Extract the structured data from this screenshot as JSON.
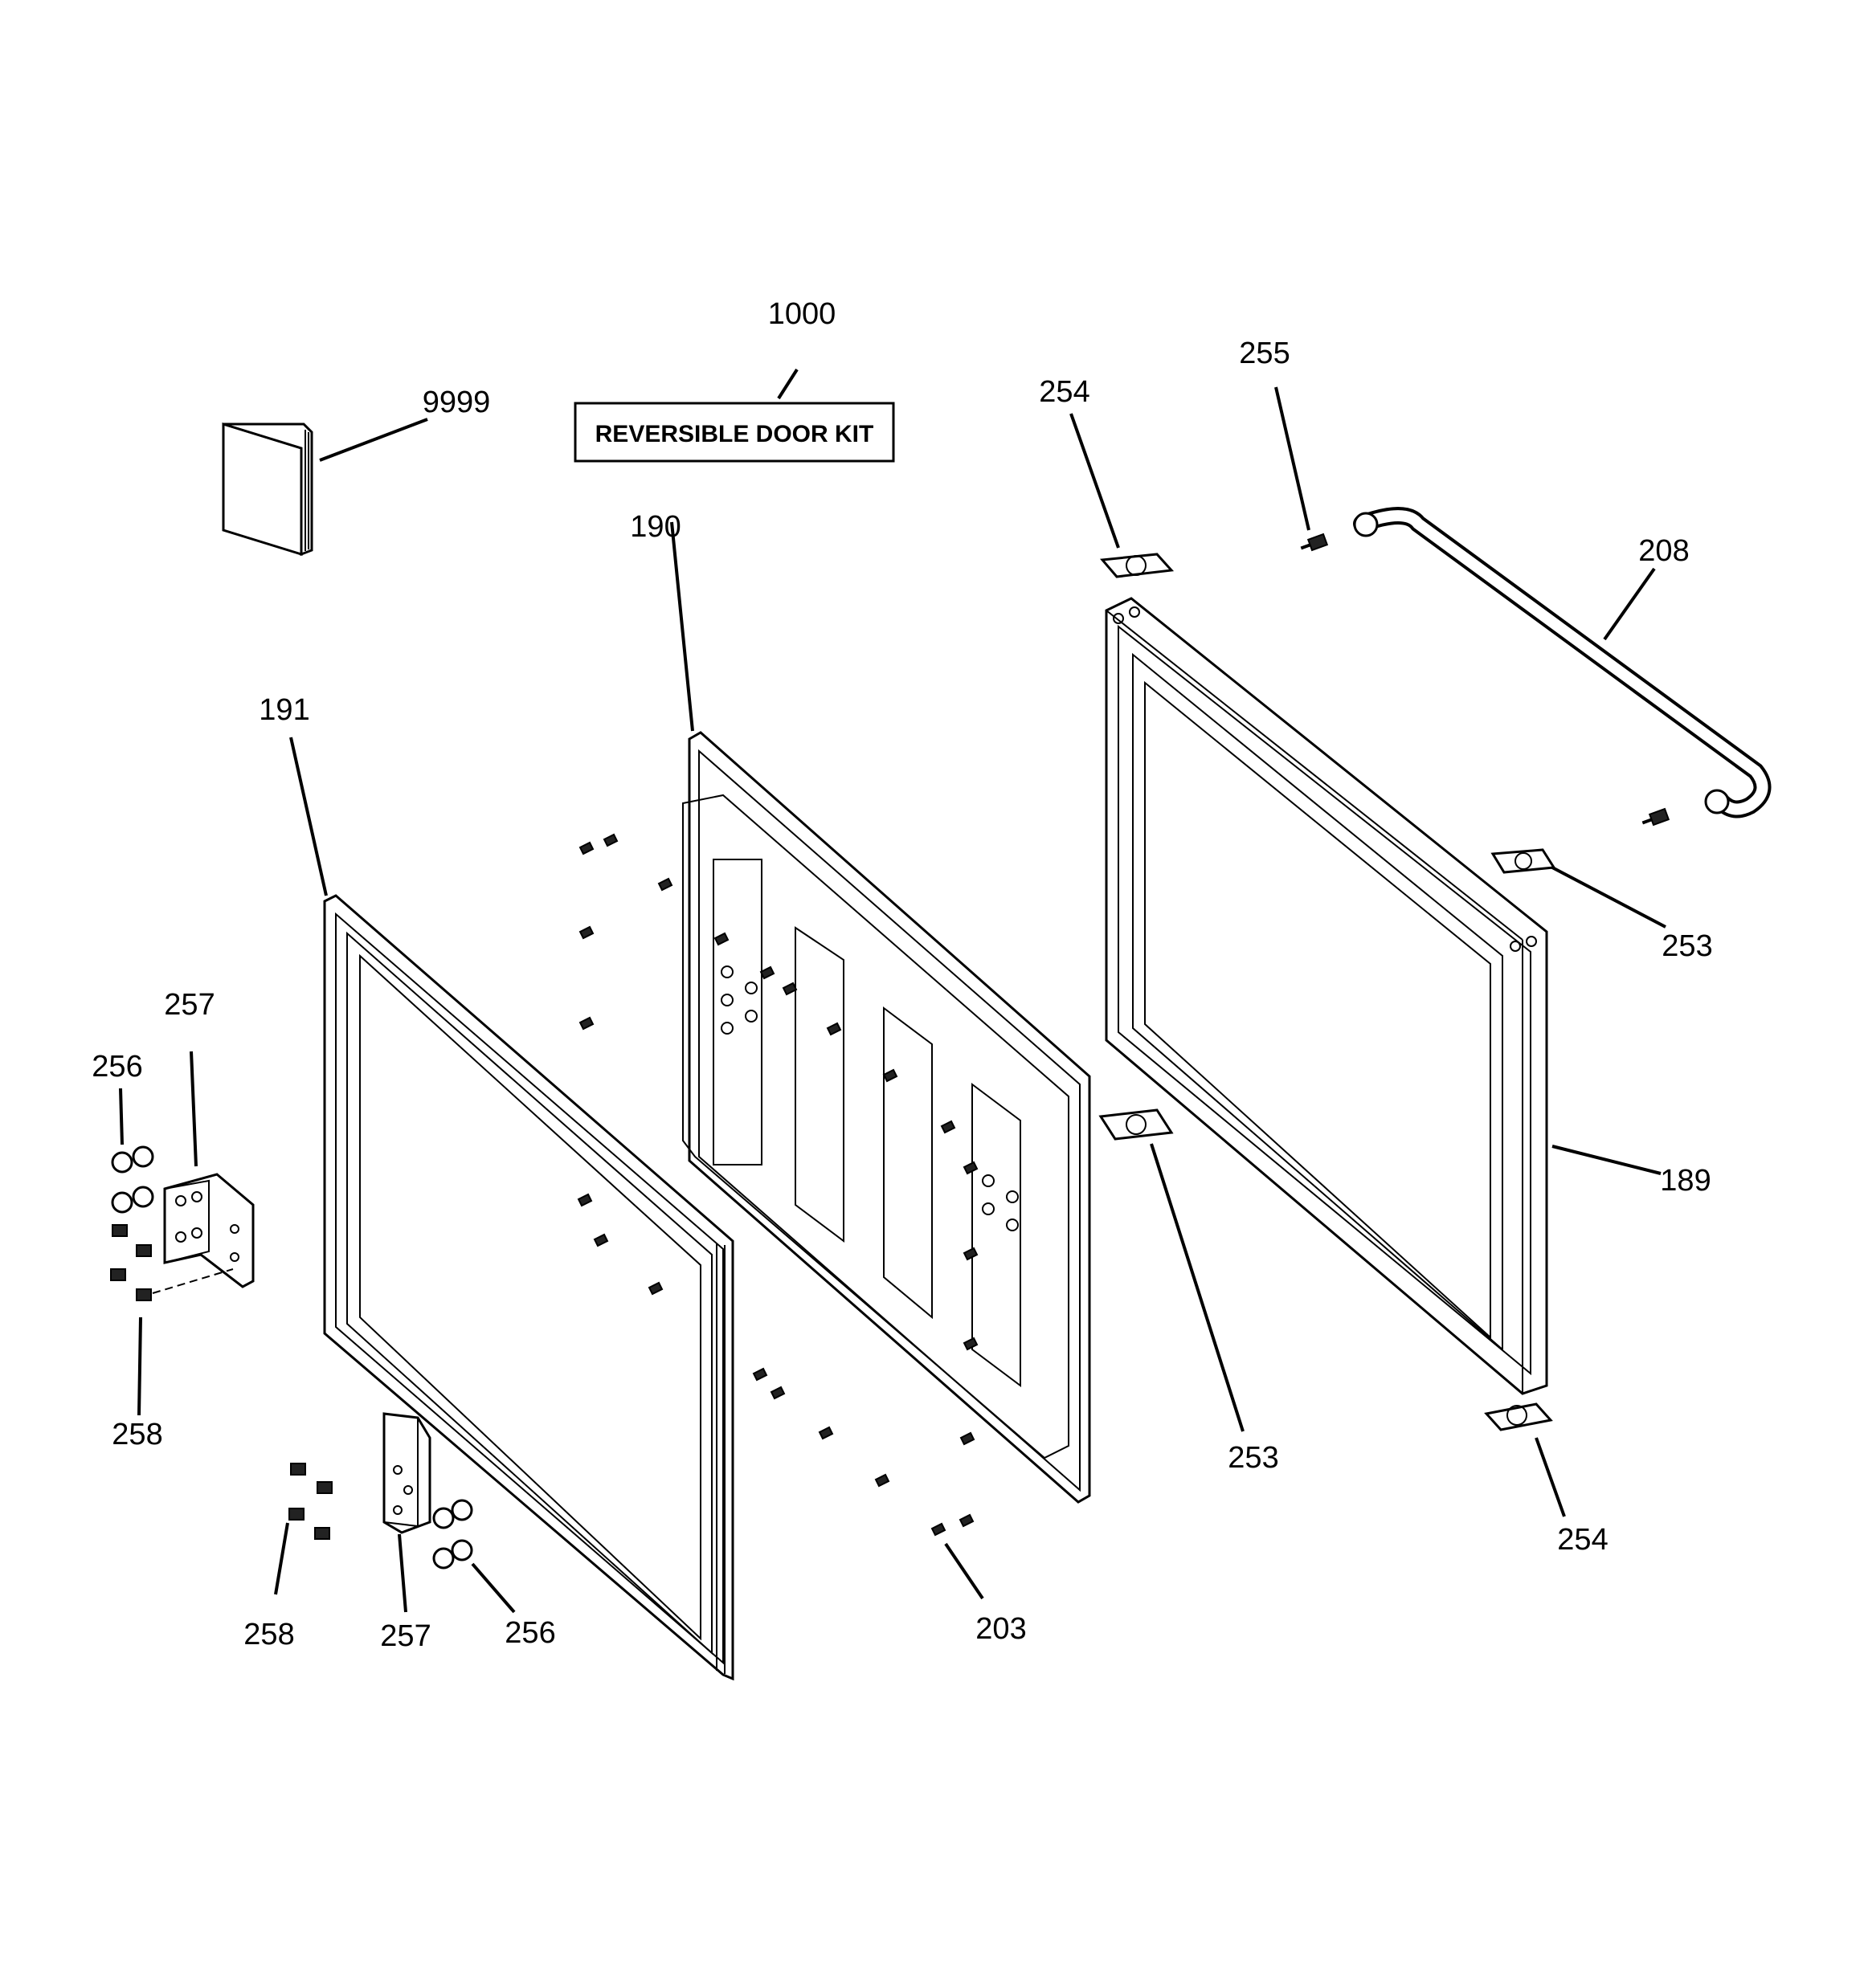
{
  "kit_box_text": "REVERSIBLE DOOR KIT",
  "callouts": {
    "c9999": "9999",
    "c1000": "1000",
    "c190": "190",
    "c191": "191",
    "c254_top": "254",
    "c255": "255",
    "c208": "208",
    "c253_right": "253",
    "c189": "189",
    "c253_bottom": "253",
    "c254_bottom": "254",
    "c257_left": "257",
    "c256_left": "256",
    "c258_left": "258",
    "c258_bottom": "258",
    "c257_bottom": "257",
    "c256_bottom": "256",
    "c203": "203"
  }
}
